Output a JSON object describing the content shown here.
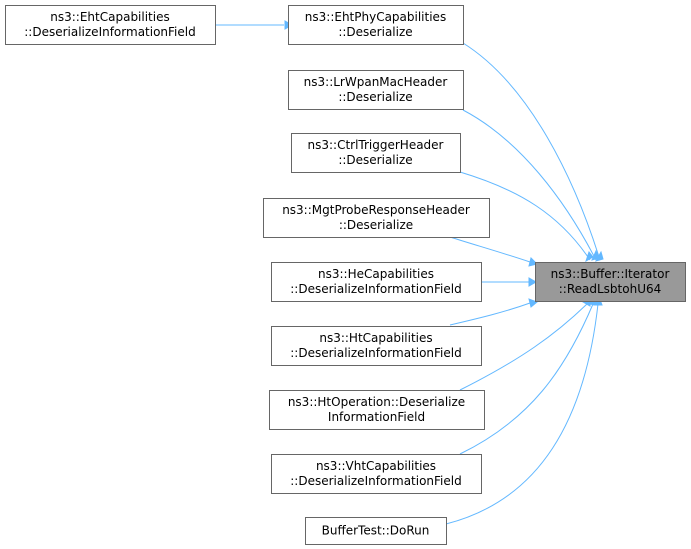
{
  "graph": {
    "kind": "doxygen-caller-graph",
    "edge_color": "#63b8ff",
    "box_border_color": "#666666",
    "target_fill_color": "#999999",
    "nodes": [
      {
        "id": "target",
        "lines": [
          "ns3::Buffer::Iterator",
          "::ReadLsbtohU64"
        ],
        "highlighted": true
      },
      {
        "id": "eht-phy",
        "lines": [
          "ns3::EhtPhyCapabilities",
          "::Deserialize"
        ]
      },
      {
        "id": "eht-cap",
        "lines": [
          "ns3::EhtCapabilities",
          "::DeserializeInformationField"
        ]
      },
      {
        "id": "lrwpan",
        "lines": [
          "ns3::LrWpanMacHeader",
          "::Deserialize"
        ]
      },
      {
        "id": "ctrl-trigger",
        "lines": [
          "ns3::CtrlTriggerHeader",
          "::Deserialize"
        ]
      },
      {
        "id": "mgt-probe",
        "lines": [
          "ns3::MgtProbeResponseHeader",
          "::Deserialize"
        ]
      },
      {
        "id": "he-cap",
        "lines": [
          "ns3::HeCapabilities",
          "::DeserializeInformationField"
        ]
      },
      {
        "id": "ht-cap",
        "lines": [
          "ns3::HtCapabilities",
          "::DeserializeInformationField"
        ]
      },
      {
        "id": "ht-op",
        "lines": [
          "ns3::HtOperation::Deserialize",
          "InformationField"
        ]
      },
      {
        "id": "vht-cap",
        "lines": [
          "ns3::VhtCapabilities",
          "::DeserializeInformationField"
        ]
      },
      {
        "id": "buffer-test",
        "lines": [
          "BufferTest::DoRun"
        ]
      }
    ],
    "edges": [
      {
        "from": "target",
        "to": "eht-phy"
      },
      {
        "from": "eht-phy",
        "to": "eht-cap"
      },
      {
        "from": "target",
        "to": "lrwpan"
      },
      {
        "from": "target",
        "to": "ctrl-trigger"
      },
      {
        "from": "target",
        "to": "mgt-probe"
      },
      {
        "from": "target",
        "to": "he-cap"
      },
      {
        "from": "target",
        "to": "ht-cap"
      },
      {
        "from": "target",
        "to": "ht-op"
      },
      {
        "from": "target",
        "to": "vht-cap"
      },
      {
        "from": "target",
        "to": "buffer-test"
      }
    ]
  }
}
